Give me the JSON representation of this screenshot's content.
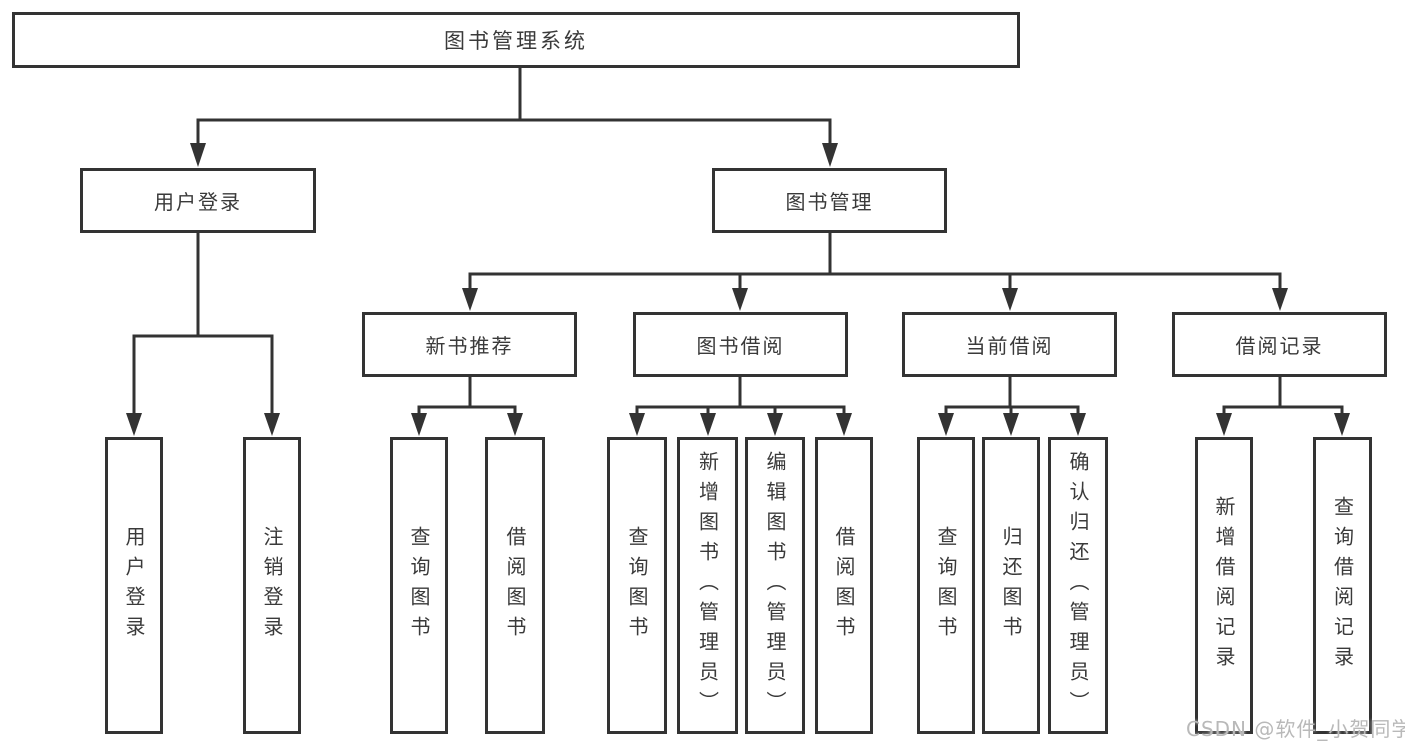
{
  "diagram": {
    "root": {
      "label": "图书管理系统"
    },
    "level2": [
      {
        "label": "用户登录"
      },
      {
        "label": "图书管理"
      }
    ],
    "level3": [
      {
        "label": "新书推荐"
      },
      {
        "label": "图书借阅"
      },
      {
        "label": "当前借阅"
      },
      {
        "label": "借阅记录"
      }
    ],
    "leaves": [
      {
        "label": "用户登录"
      },
      {
        "label": "注销登录"
      },
      {
        "label": "查询图书"
      },
      {
        "label": "借阅图书"
      },
      {
        "label": "查询图书"
      },
      {
        "label": "新增图书（管理员）"
      },
      {
        "label": "编辑图书（管理员）"
      },
      {
        "label": "借阅图书"
      },
      {
        "label": "查询图书"
      },
      {
        "label": "归还图书"
      },
      {
        "label": "确认归还（管理员）"
      },
      {
        "label": "新增借阅记录"
      },
      {
        "label": "查询借阅记录"
      }
    ]
  },
  "watermark": {
    "text": "CSDN @软件_小贺同学"
  },
  "colors": {
    "line": "#333333",
    "text": "#3a3a3a",
    "watermark": "#b9b9b9",
    "background": "#ffffff"
  }
}
